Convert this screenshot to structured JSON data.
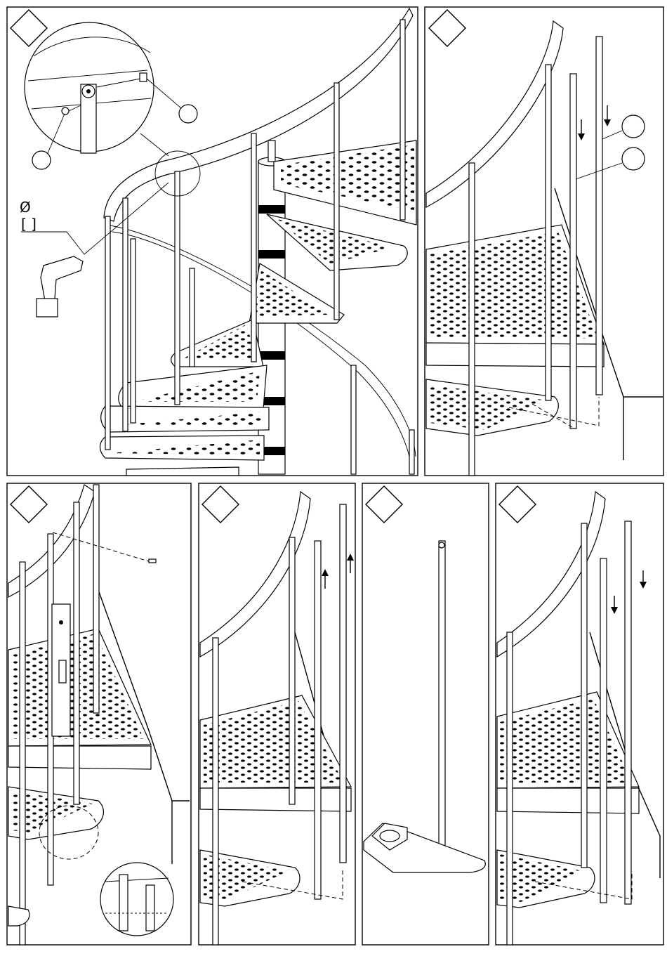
{
  "diameter_symbol": "Ø",
  "bracket_text": "[    ]",
  "panels": [
    {
      "id": "p1",
      "step_badge": "",
      "callouts": [
        "",
        ""
      ]
    },
    {
      "id": "p2",
      "step_badge": "",
      "callouts": [
        "",
        ""
      ]
    },
    {
      "id": "p3",
      "step_badge": ""
    },
    {
      "id": "p4",
      "step_badge": ""
    },
    {
      "id": "p5",
      "step_badge": ""
    },
    {
      "id": "p6",
      "step_badge": ""
    }
  ]
}
